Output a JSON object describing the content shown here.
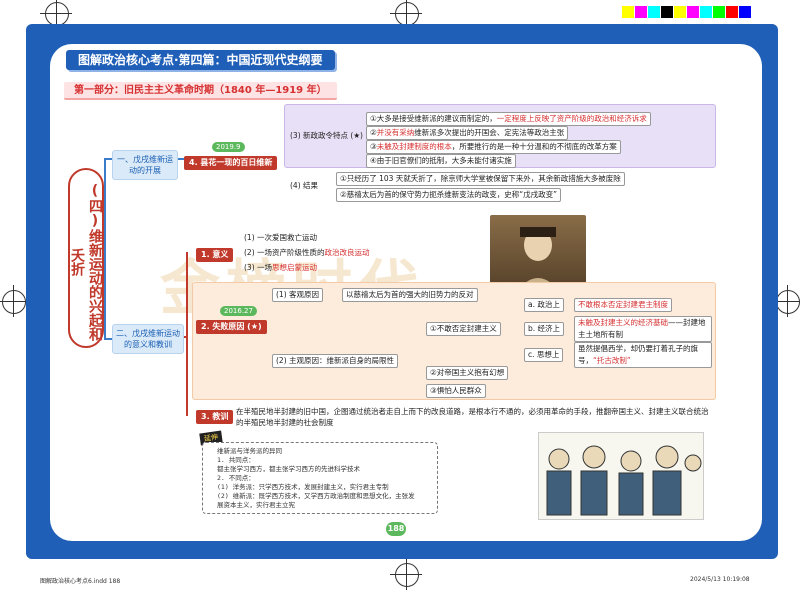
{
  "header": {
    "title": "图解政治核心考点·第四篇：中国近现代史纲要",
    "part_title": "第一部分：旧民主主义革命时期（1840 年—1919 年）"
  },
  "colors": {
    "frame_blue": "#1f5fb8",
    "accent_red": "#c0392b",
    "tag_green": "#5cb85c"
  },
  "main_topic": "(四)维新运动的兴起和夭折",
  "branch1": {
    "label": "一、戊戌维新运动的开展",
    "node": "4. 昙花一现的百日维新",
    "tag": "2019.9",
    "features_label": "(3) 新政政令特点 (★)",
    "features": [
      {
        "prefix": "①大多是接受维新派的建议而制定的，",
        "hl": "一定程度上反映了资产阶级的政治和经济诉求",
        "suffix": ""
      },
      {
        "prefix": "②",
        "hl": "并没有采纳",
        "suffix": "维新派多次提出的开国会、定宪法等政治主张"
      },
      {
        "prefix": "③",
        "hl": "未触及封建制度的根本",
        "suffix": "，所要推行的是一种十分温和的不彻底的改革方案"
      },
      {
        "prefix": "④由于旧官僚们的抵制，大多未能付诸实施",
        "hl": "",
        "suffix": ""
      }
    ],
    "result_label": "(4) 结果",
    "results": [
      "①只经历了 103 天就夭折了，除京师大学堂被保留下来外，其余新政措施大多被废除",
      "②慈禧太后为首的保守势力扼杀维新变法的政变，史称“戊戌政变”"
    ]
  },
  "branch2": {
    "label": "二、戊戌维新运动的意义和教训",
    "meaning_node": "1. 意义",
    "meanings": [
      {
        "prefix": "(1) 一次爱国救亡运动",
        "hl": ""
      },
      {
        "prefix": "(2) 一场资产阶级性质的",
        "hl": "政治改良运动"
      },
      {
        "prefix": "(3) 一场",
        "hl": "思想启蒙运动"
      }
    ],
    "failure_node": "2. 失败原因 (★)",
    "failure_tag": "2016.27",
    "objective_label": "(1) 客观原因",
    "objective_text": "以慈禧太后为首的强大的旧势力的反对",
    "subjective_label": "(2) 主观原因：维新派自身的局限性",
    "limits": [
      "①不敢否定封建主义",
      "②对帝国主义抱有幻想",
      "③惧怕人民群众"
    ],
    "aspects": [
      {
        "label": "a. 政治上",
        "text": "不敢根本否定封建君主制度",
        "hl": "不敢根本否定"
      },
      {
        "label": "b. 经济上",
        "text_hl": "未触及封建主义的经济基础",
        "text_rest": "——封建地主土地所有制"
      },
      {
        "label": "c. 思想上",
        "text_pre": "虽然提倡西学，却仍要打着孔子的旗号，",
        "text_hl": "“托古改制”"
      }
    ],
    "lesson_node": "3. 教训",
    "lesson_text": "在半殖民地半封建的旧中国，企图通过统治者走自上而下的改良道路，是根本行不通的，必须用革命的手段，推翻帝国主义、封建主义联合统治的半殖民地半封建的社会制度"
  },
  "note": {
    "badge": "延伸",
    "lines": [
      "维新派与洋务派的异同",
      "1. 共同点：",
      "都主张学习西方，都主张学习西方的先进科学技术",
      "2. 不同点：",
      "(1) 洋务派：只学西方技术，发展封建主义，实行君主专制",
      "(2) 维新派：既学西方技术，又学西方政治制度和思想文化，主张发",
      "展资本主义，实行君主立宪"
    ]
  },
  "watermark": "金榜时代",
  "page_number": "188",
  "footer": {
    "left": "图解政治核心考点6.indd 188",
    "right": "2024/5/13  10:19:08"
  },
  "print_bar_colors": [
    "#ffff00",
    "#ff00ff",
    "#00ffff",
    "#000000",
    "#ffff00",
    "#ff00ff",
    "#00ffff",
    "#00ff00",
    "#ff0000",
    "#0000ff"
  ]
}
